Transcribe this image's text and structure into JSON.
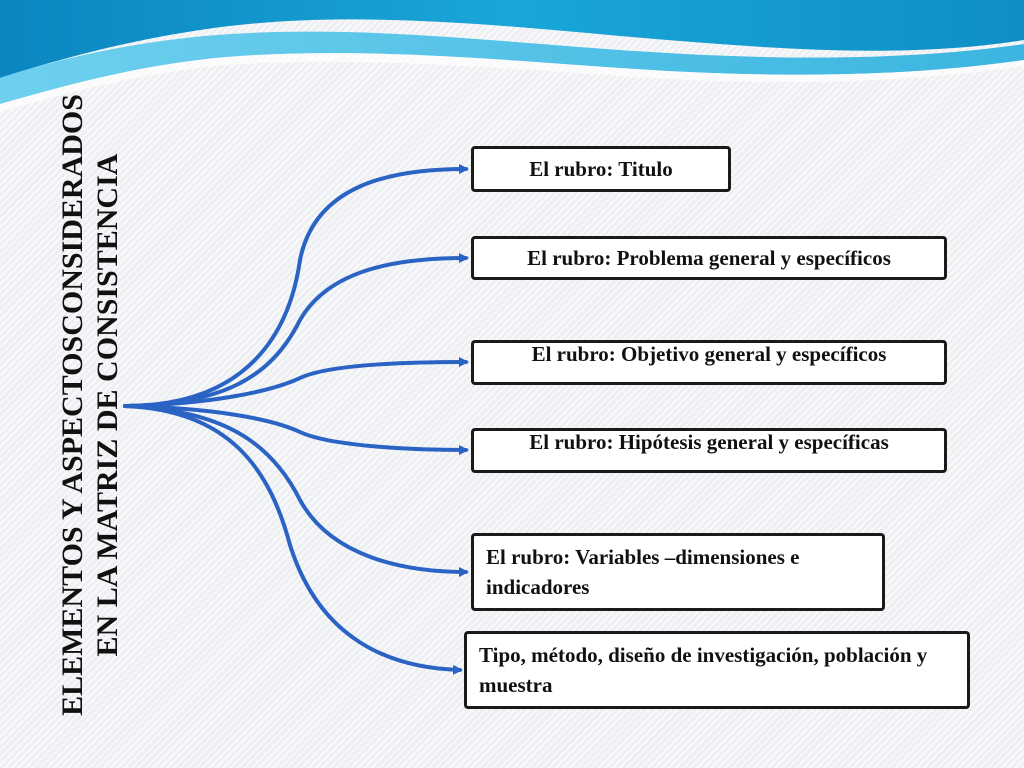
{
  "slide": {
    "title_line1": "ELEMENTOS Y ASPECTOSCONSIDERADOS",
    "title_line2": "EN LA MATRIZ DE CONSISTENCIA"
  },
  "boxes": [
    {
      "label": "El rubro: Titulo"
    },
    {
      "label": "El rubro: Problema general y específicos"
    },
    {
      "label": "El rubro: Objetivo general y específicos"
    },
    {
      "label": "El rubro: Hipótesis general y específicas"
    },
    {
      "label": "El rubro: Variables –dimensiones e indicadores"
    },
    {
      "label": "Tipo, método, diseño de investigación, población y muestra"
    }
  ],
  "colors": {
    "arrow": "#2a63c4",
    "box_border": "#1a1a1a",
    "header_dark": "#0a8fc4",
    "header_light": "#7fd3ee"
  }
}
